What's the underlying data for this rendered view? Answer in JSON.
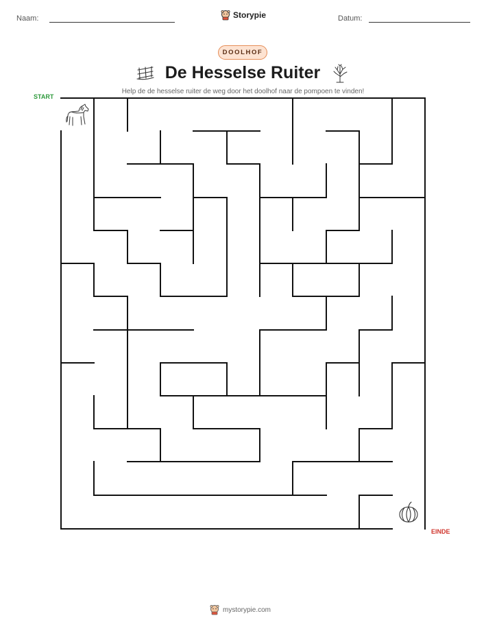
{
  "header": {
    "name_label": "Naam:",
    "date_label": "Datum:",
    "brand": "Storypie"
  },
  "worksheet": {
    "badge": "DOOLHOF",
    "title": "De Hesselse Ruiter",
    "instruction": "Help de de hesselse ruiter de weg door het doolhof naar de pompoen te vinden!",
    "start_label": "START",
    "end_label": "EINDE"
  },
  "icons": {
    "left_title_icon": "fence-icon",
    "right_title_icon": "tree-icon",
    "start_icon": "horse-icon",
    "end_icon": "pumpkin-icon",
    "brand_icon": "storypie-mascot-icon"
  },
  "colors": {
    "start": "#2e9a3c",
    "end": "#d0342c",
    "badge_border": "#e58d57",
    "badge_fill": "#fde3d2"
  },
  "footer": {
    "url": "mystorypie.com"
  }
}
